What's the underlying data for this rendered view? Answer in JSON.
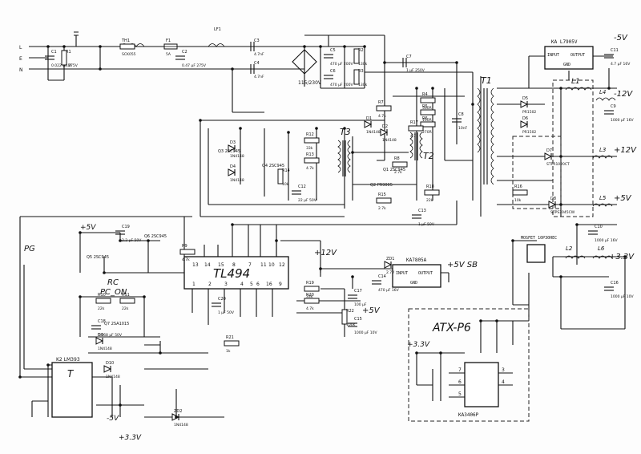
{
  "ic": {
    "tl494": "TL494",
    "atx": "ATX-P6",
    "atx_chip": "KA3406P",
    "k2": "K2 LM393",
    "k2_sym": "T",
    "vreg_top": "KA L7905V",
    "vreg_sb": "KA7805A",
    "vreg_input": "INPUT",
    "vreg_output": "OUTPUT",
    "vreg_gnd": "GND",
    "mosfet": "MOSFET 10P30HEC"
  },
  "labels": {
    "tl_pins_top": [
      "13",
      "14",
      "15",
      "8",
      "7",
      "11",
      "10",
      "12"
    ],
    "tl_pins_bottom": [
      "1",
      "2",
      "3",
      "4",
      "5",
      "6",
      "16",
      "9"
    ],
    "atx_pins_left": [
      "7",
      "6",
      "5"
    ],
    "atx_pins_right": [
      "3",
      "4"
    ],
    "transformers": [
      "T1",
      "T2",
      "T3"
    ],
    "inductors": [
      "L1",
      "L2",
      "L3",
      "L4",
      "L5",
      "L6"
    ],
    "ac_inputs": [
      "L",
      "E",
      "N"
    ],
    "rail_m5v": "-5V",
    "rail_m12v": "-12V",
    "rail_12v_out": "+12V",
    "rail_5v_out": "+5V",
    "rail_33v_out": "+3.3V",
    "rail_12v_ctrl": "+12V",
    "rail_5vsb": "+5V SB",
    "rail_5v_ctrl": "+5V",
    "rail_5v_left": "+5V",
    "rail_33v_atx": "+3.3V",
    "rail_m5v_bottom": "-5V",
    "rail_33v_bottom": "+3.3V",
    "pg": "PG",
    "rc": "RC",
    "pc_on": "PC_ON",
    "mains": "115/230V",
    "trans_q1": "Q1 2SC945",
    "trans_q2": "Q2 PR9005",
    "trans_q3": "Q3 2SC945",
    "trans_q4": "Q4 2SC945",
    "trans_q5": "Q5 2SC945",
    "trans_q6": "Q6 2SC945",
    "trans_q7": "Q7 2SA1015"
  },
  "components": [
    {
      "name": "C1",
      "value": "0.022 µF 275V"
    },
    {
      "name": "R1",
      "value": "1M"
    },
    {
      "name": "TH1",
      "value": "SCK055"
    },
    {
      "name": "F1",
      "value": "5A"
    },
    {
      "name": "LF1",
      "value": ""
    },
    {
      "name": "C2",
      "value": "0.47 µF 275V"
    },
    {
      "name": "C3",
      "value": "4.7nF"
    },
    {
      "name": "C4",
      "value": "4.7nF"
    },
    {
      "name": "C5",
      "value": "470 µF 200V"
    },
    {
      "name": "C6",
      "value": "470 µF 200V"
    },
    {
      "name": "R2",
      "value": "130k"
    },
    {
      "name": "R3",
      "value": "130k"
    },
    {
      "name": "C7",
      "value": "1 µF 250V"
    },
    {
      "name": "R4",
      "value": "330R"
    },
    {
      "name": "R5",
      "value": "150R"
    },
    {
      "name": "R6",
      "value": "270R"
    },
    {
      "name": "C8",
      "value": "10nF"
    },
    {
      "name": "R7",
      "value": "4.7k"
    },
    {
      "name": "R8",
      "value": "2.7k"
    },
    {
      "name": "C9",
      "value": "1000 µF 16V"
    },
    {
      "name": "C10",
      "value": "1000 µF 16V"
    },
    {
      "name": "C11",
      "value": "4.7 µF 16V"
    },
    {
      "name": "C12",
      "value": "22 µF 50V"
    },
    {
      "name": "C13",
      "value": "1 µF 50V"
    },
    {
      "name": "C14",
      "value": "470 µF 16V"
    },
    {
      "name": "C15",
      "value": "1000 µF 10V"
    },
    {
      "name": "C16",
      "value": "1000 µF 10V"
    },
    {
      "name": "C17",
      "value": "100 µF"
    },
    {
      "name": "C18",
      "value": "0.068 µF 50V"
    },
    {
      "name": "C19",
      "value": "2.2 µF 50V"
    },
    {
      "name": "C20",
      "value": "1 µF 50V"
    },
    {
      "name": "R9",
      "value": "4.7k"
    },
    {
      "name": "R10",
      "value": "22k"
    },
    {
      "name": "R11",
      "value": "22k"
    },
    {
      "name": "R12",
      "value": "33k"
    },
    {
      "name": "R13",
      "value": "4.7k"
    },
    {
      "name": "R14",
      "value": "10k"
    },
    {
      "name": "R15",
      "value": "2.7k"
    },
    {
      "name": "R16",
      "value": "10k"
    },
    {
      "name": "R17",
      "value": "4.7k"
    },
    {
      "name": "R18",
      "value": "22k"
    },
    {
      "name": "R19",
      "value": "33k"
    },
    {
      "name": "R20",
      "value": "4.7k"
    },
    {
      "name": "R21",
      "value": "1k"
    },
    {
      "name": "R22",
      "value": "100k"
    },
    {
      "name": "D1",
      "value": "1N4148"
    },
    {
      "name": "D2",
      "value": "1N4148"
    },
    {
      "name": "D3",
      "value": "1N4148"
    },
    {
      "name": "D4",
      "value": "1N4148"
    },
    {
      "name": "D5",
      "value": "PR1502"
    },
    {
      "name": "D6",
      "value": "PR1502"
    },
    {
      "name": "D7",
      "value": "STPR1020CT"
    },
    {
      "name": "D8",
      "value": "STPS3045CW"
    },
    {
      "name": "D9",
      "value": "1N4148"
    },
    {
      "name": "D10",
      "value": "1N4148"
    },
    {
      "name": "ZD1",
      "value": "2.7V"
    },
    {
      "name": "ZD2",
      "value": "1N4148"
    }
  ]
}
